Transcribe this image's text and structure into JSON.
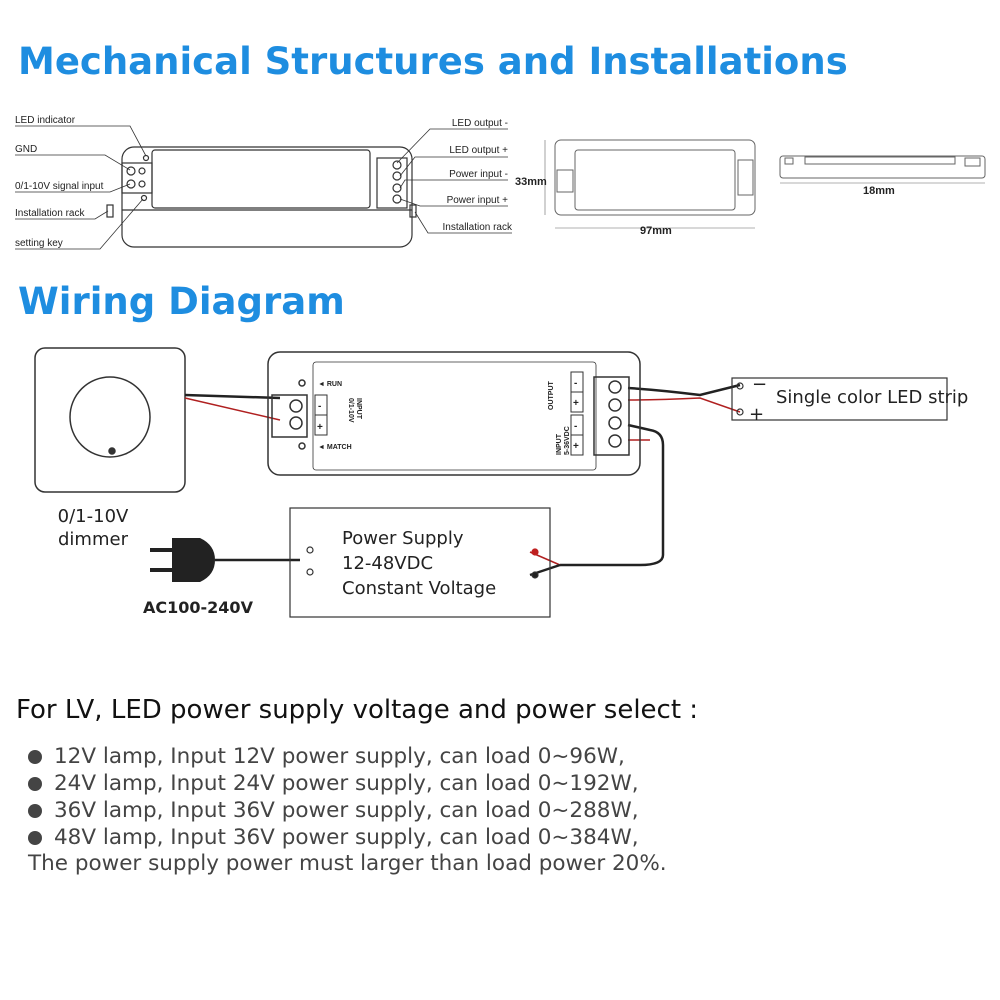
{
  "mechanical": {
    "title": "Mechanical Structures and Installations",
    "left_labels": [
      "LED indicator",
      "GND",
      "0/1-10V signal input",
      "Installation rack",
      "setting key"
    ],
    "right_labels": [
      "LED output -",
      "LED output +",
      "Power input -",
      "Power input +",
      "Installation rack"
    ],
    "dim_height": "33mm",
    "dim_length": "97mm",
    "dim_width": "18mm"
  },
  "wiring": {
    "title": "Wiring Diagram",
    "dimmer_label": [
      "0/1-10V",
      "dimmer"
    ],
    "controller": {
      "run": "◄ RUN",
      "match": "◄ MATCH",
      "input_label": "INPUT",
      "input_range": "0/1-10V",
      "output_label": "OUTPUT",
      "power_label": "INPUT",
      "power_range": "5-36VDC",
      "minus": "-",
      "plus": "+"
    },
    "led_strip": "Single color LED strip",
    "strip_minus": "−",
    "strip_plus": "+",
    "power_supply": [
      "Power Supply",
      "12-48VDC",
      "Constant Voltage"
    ],
    "ac_label": "AC100-240V"
  },
  "specs": {
    "heading": "For LV, LED power supply voltage and power select :",
    "items": [
      "12V lamp, Input 12V power supply, can load 0~96W,",
      "24V lamp, Input 24V power supply, can load 0~192W,",
      "36V lamp, Input 36V power supply, can load 0~288W,",
      "48V lamp, Input 36V power supply, can load 0~384W,"
    ],
    "note": "The power supply power must larger than load power 20%."
  },
  "colors": {
    "title": "#1e8de0",
    "wire_red": "#b02020"
  }
}
